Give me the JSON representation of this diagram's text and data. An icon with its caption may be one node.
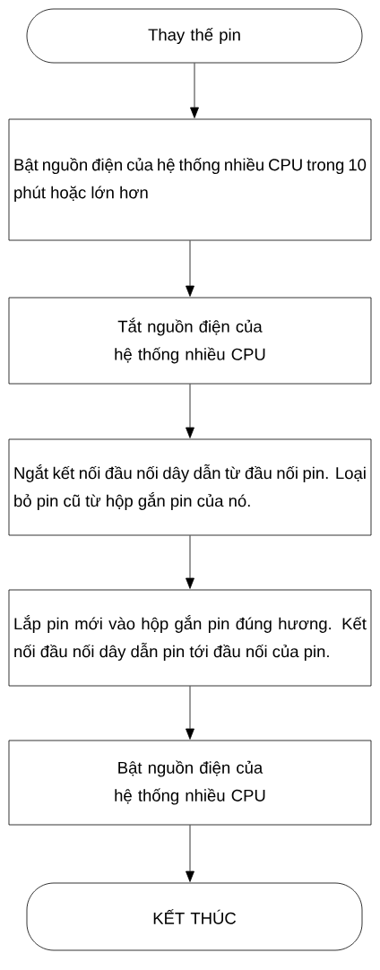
{
  "diagram": {
    "nodes": [
      {
        "text": [
          "Thay thế pin"
        ]
      },
      {
        "text": [
          "Bật nguồn điện của hệ thống nhiều CPU trong 10 phút hoặc lớn hơn"
        ]
      },
      {
        "text": [
          "Tắt nguồn điện của hệ thống nhiều CPU"
        ]
      },
      {
        "text": [
          "Ngắt kết nối đầu nối dây dẫn từ đầu nối pin. Loại bỏ pin cũ từ hộp gắn pin của nó."
        ]
      },
      {
        "text": [
          "Lắp pin mới vào hộp gắn pin đúng hương. Kết nối đầu nối dây dẫn pin tới đầu nối của pin."
        ]
      },
      {
        "text": [
          "Bật nguồn điện của hệ thống nhiều CPU"
        ]
      },
      {
        "text": [
          "KẾT THÚC"
        ]
      }
    ],
    "edges": [
      {
        "from": 0,
        "to": 1,
        "arrow": "to"
      },
      {
        "from": 1,
        "to": 2,
        "arrow": "to"
      },
      {
        "from": 2,
        "to": 3,
        "arrow": "to"
      },
      {
        "from": 3,
        "to": 4,
        "arrow": "to"
      },
      {
        "from": 4,
        "to": 5,
        "arrow": "to"
      },
      {
        "from": 5,
        "to": 6,
        "arrow": "to"
      }
    ]
  }
}
